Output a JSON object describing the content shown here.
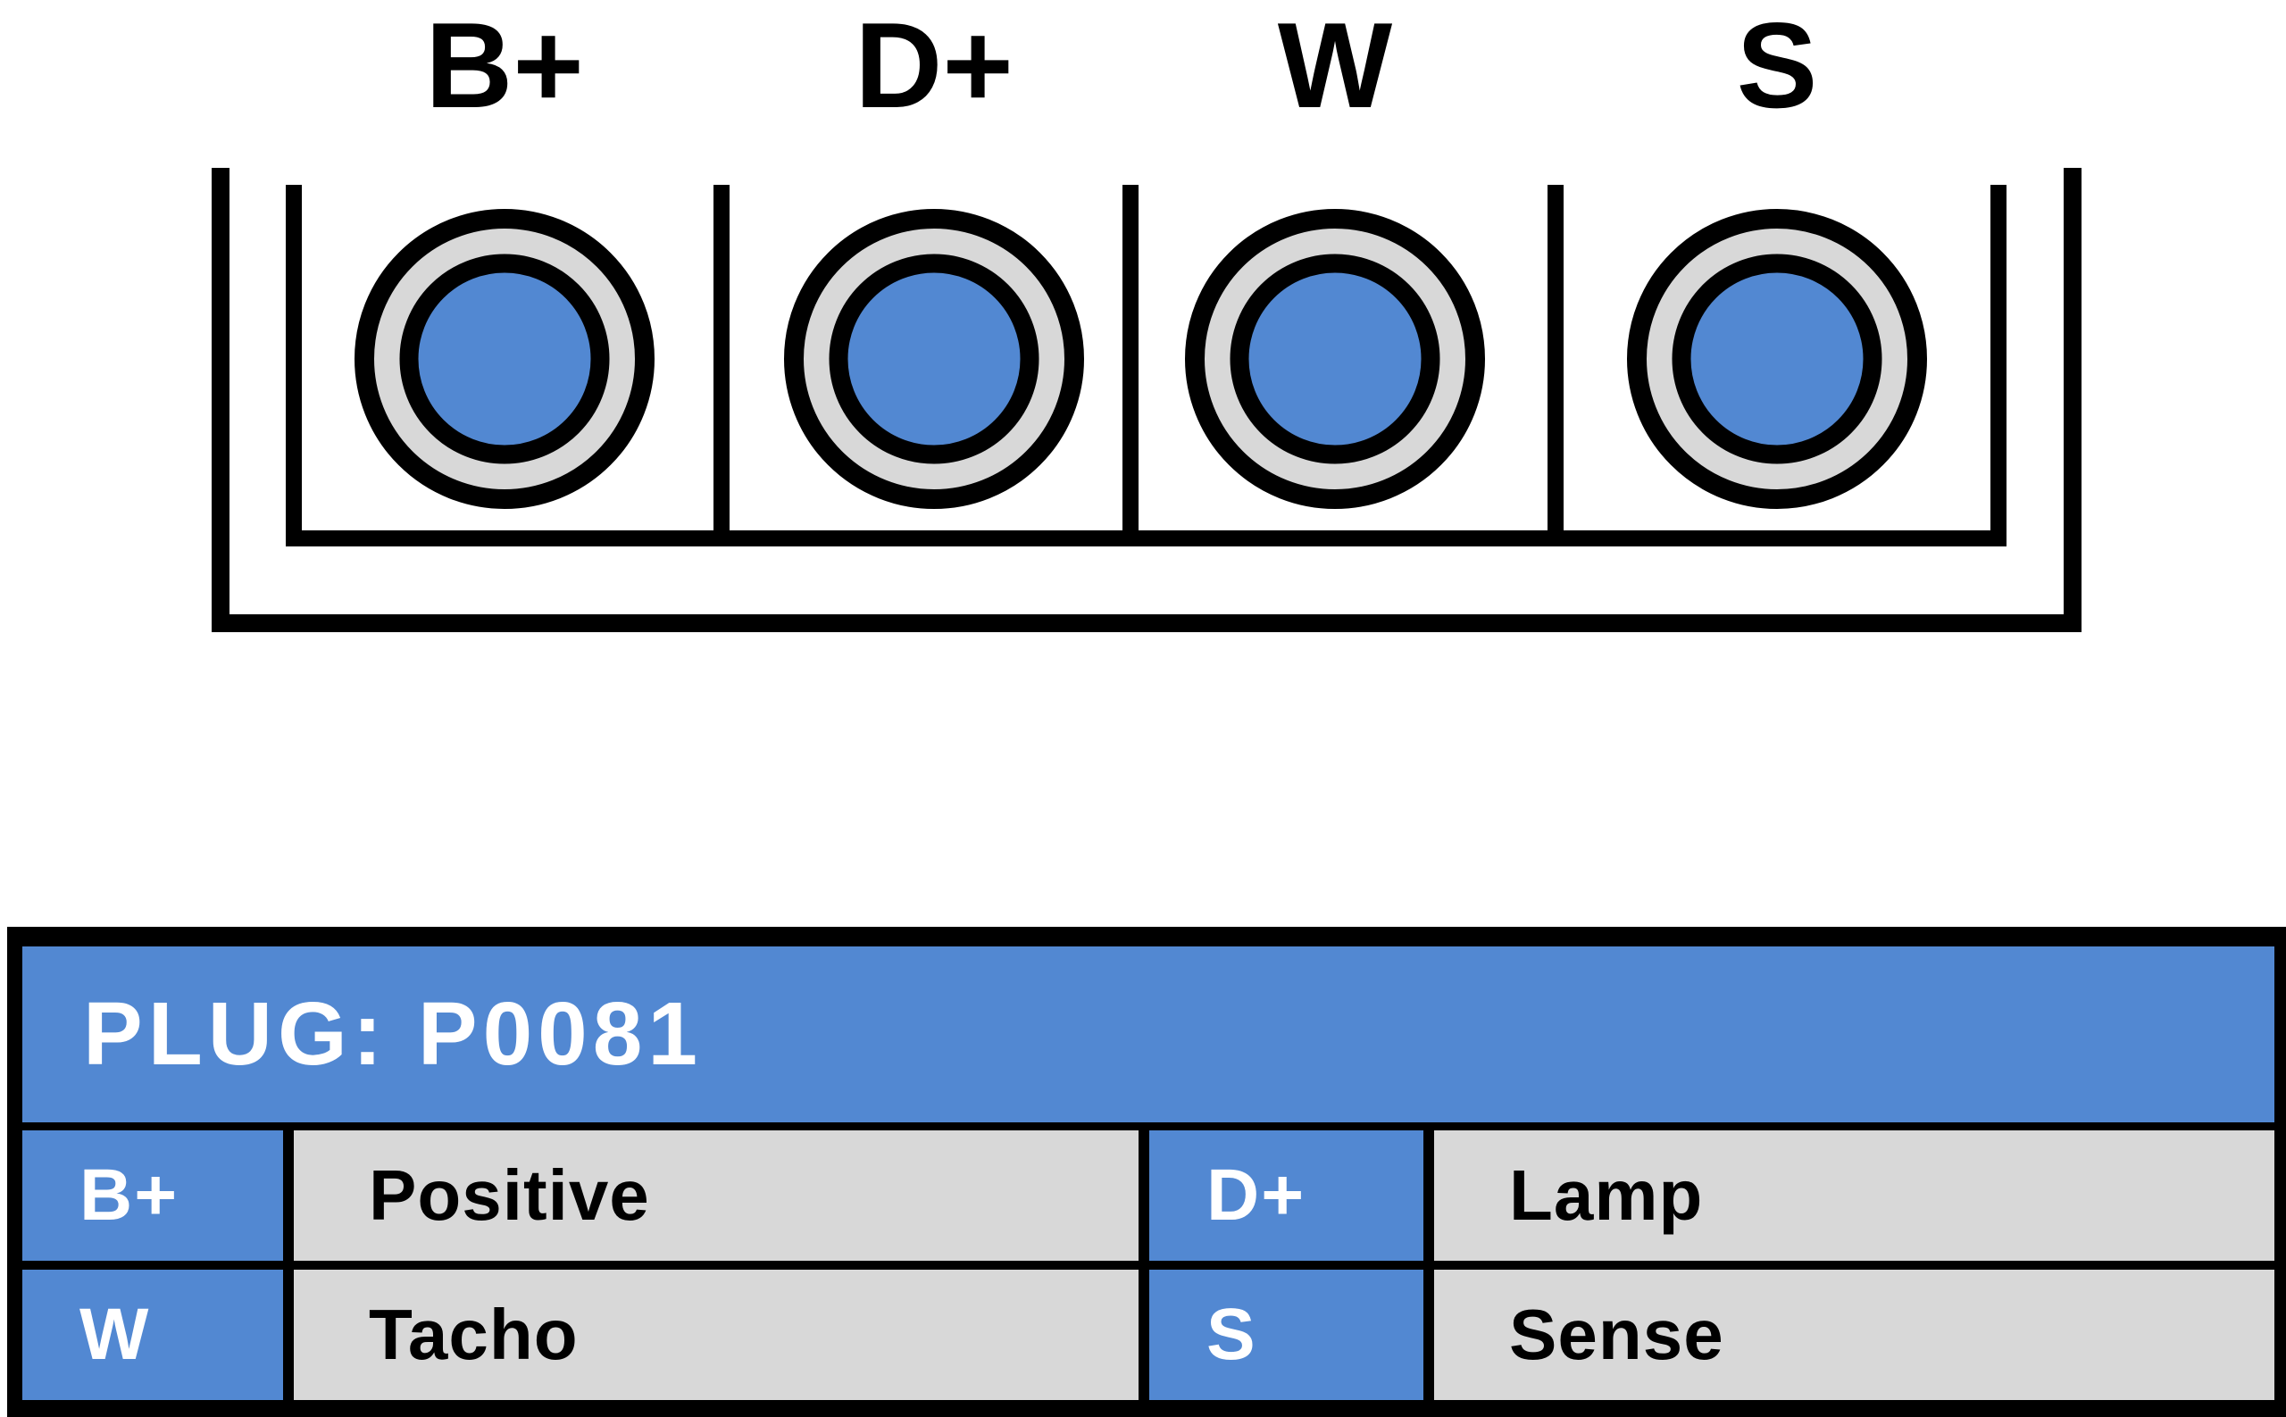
{
  "colors": {
    "accent-blue": "#5288d2",
    "panel-gray": "#d8d8d8",
    "line-black": "#000000",
    "text-white": "#ffffff",
    "text-black": "#000000"
  },
  "connector": {
    "terminals": [
      {
        "label": "B+"
      },
      {
        "label": "D+"
      },
      {
        "label": "W"
      },
      {
        "label": "S"
      }
    ]
  },
  "plug_table": {
    "title": "PLUG: P0081",
    "entries": [
      {
        "terminal": "B+",
        "function": "Positive"
      },
      {
        "terminal": "D+",
        "function": "Lamp"
      },
      {
        "terminal": "W",
        "function": "Tacho"
      },
      {
        "terminal": "S",
        "function": "Sense"
      }
    ]
  }
}
